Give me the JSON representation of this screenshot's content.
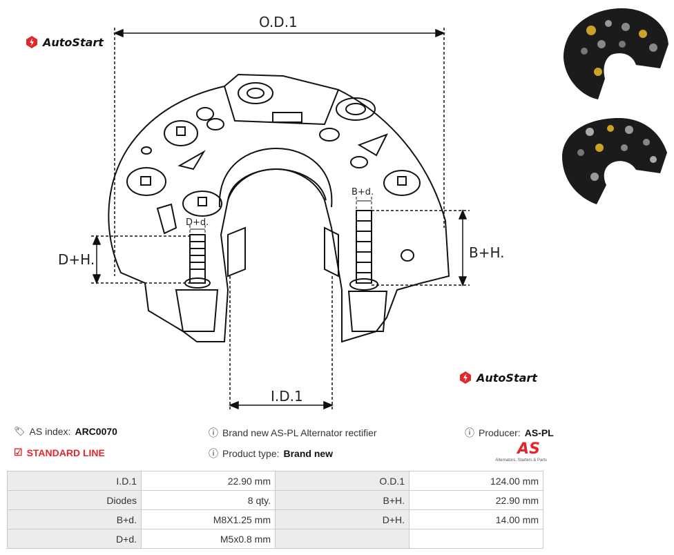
{
  "drawing": {
    "od_label": "O.D.1",
    "id_label": "I.D.1",
    "dh_label": "D+H.",
    "bh_label": "B+H.",
    "bd_label": "B+d.",
    "dd_label": "D+d."
  },
  "brand": {
    "name": "AutoStart",
    "accent_color": "#e3262e"
  },
  "info": {
    "as_index_label": "AS index:",
    "as_index_value": "ARC0070",
    "line_label": "STANDARD LINE",
    "description": "Brand new AS-PL Alternator rectifier",
    "product_type_label": "Product type:",
    "product_type_value": "Brand new",
    "producer_label": "Producer:",
    "producer_value": "AS-PL",
    "as_logo_text": "AS",
    "as_logo_tagline": "Alternators, Starters & Parts"
  },
  "specs": [
    {
      "k1": "I.D.1",
      "v1": "22.90 mm",
      "k2": "O.D.1",
      "v2": "124.00 mm"
    },
    {
      "k1": "Diodes",
      "v1": "8 qty.",
      "k2": "B+H.",
      "v2": "22.90 mm"
    },
    {
      "k1": "B+d.",
      "v1": "M8X1.25 mm",
      "k2": "D+H.",
      "v2": "14.00 mm"
    },
    {
      "k1": "D+d.",
      "v1": "M5x0.8 mm",
      "k2": "",
      "v2": ""
    }
  ]
}
